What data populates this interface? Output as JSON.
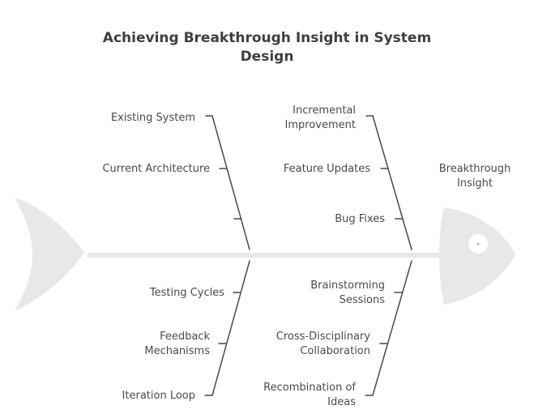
{
  "title": {
    "line1": "Achieving Breakthrough Insight in System",
    "line2": "Design"
  },
  "head": {
    "line1": "Breakthrough",
    "line2": "Insight"
  },
  "upper_left_bone": {
    "causes": [
      {
        "line1": "Existing System"
      },
      {
        "line1": "Current Architecture"
      }
    ]
  },
  "upper_right_bone": {
    "causes": [
      {
        "line1": "Incremental",
        "line2": "Improvement"
      },
      {
        "line1": "Feature Updates"
      },
      {
        "line1": "Bug Fixes"
      }
    ]
  },
  "lower_left_bone": {
    "causes": [
      {
        "line1": "Testing Cycles"
      },
      {
        "line1": "Feedback",
        "line2": "Mechanisms"
      },
      {
        "line1": "Iteration Loop"
      }
    ]
  },
  "lower_right_bone": {
    "causes": [
      {
        "line1": "Brainstorming",
        "line2": "Sessions"
      },
      {
        "line1": "Cross-Disciplinary",
        "line2": "Collaboration"
      },
      {
        "line1": "Recombination of",
        "line2": "Ideas"
      }
    ]
  },
  "colors": {
    "fish_fill": "#e8e8e8",
    "line": "#4a4a4a",
    "text": "#4a4a4a"
  }
}
